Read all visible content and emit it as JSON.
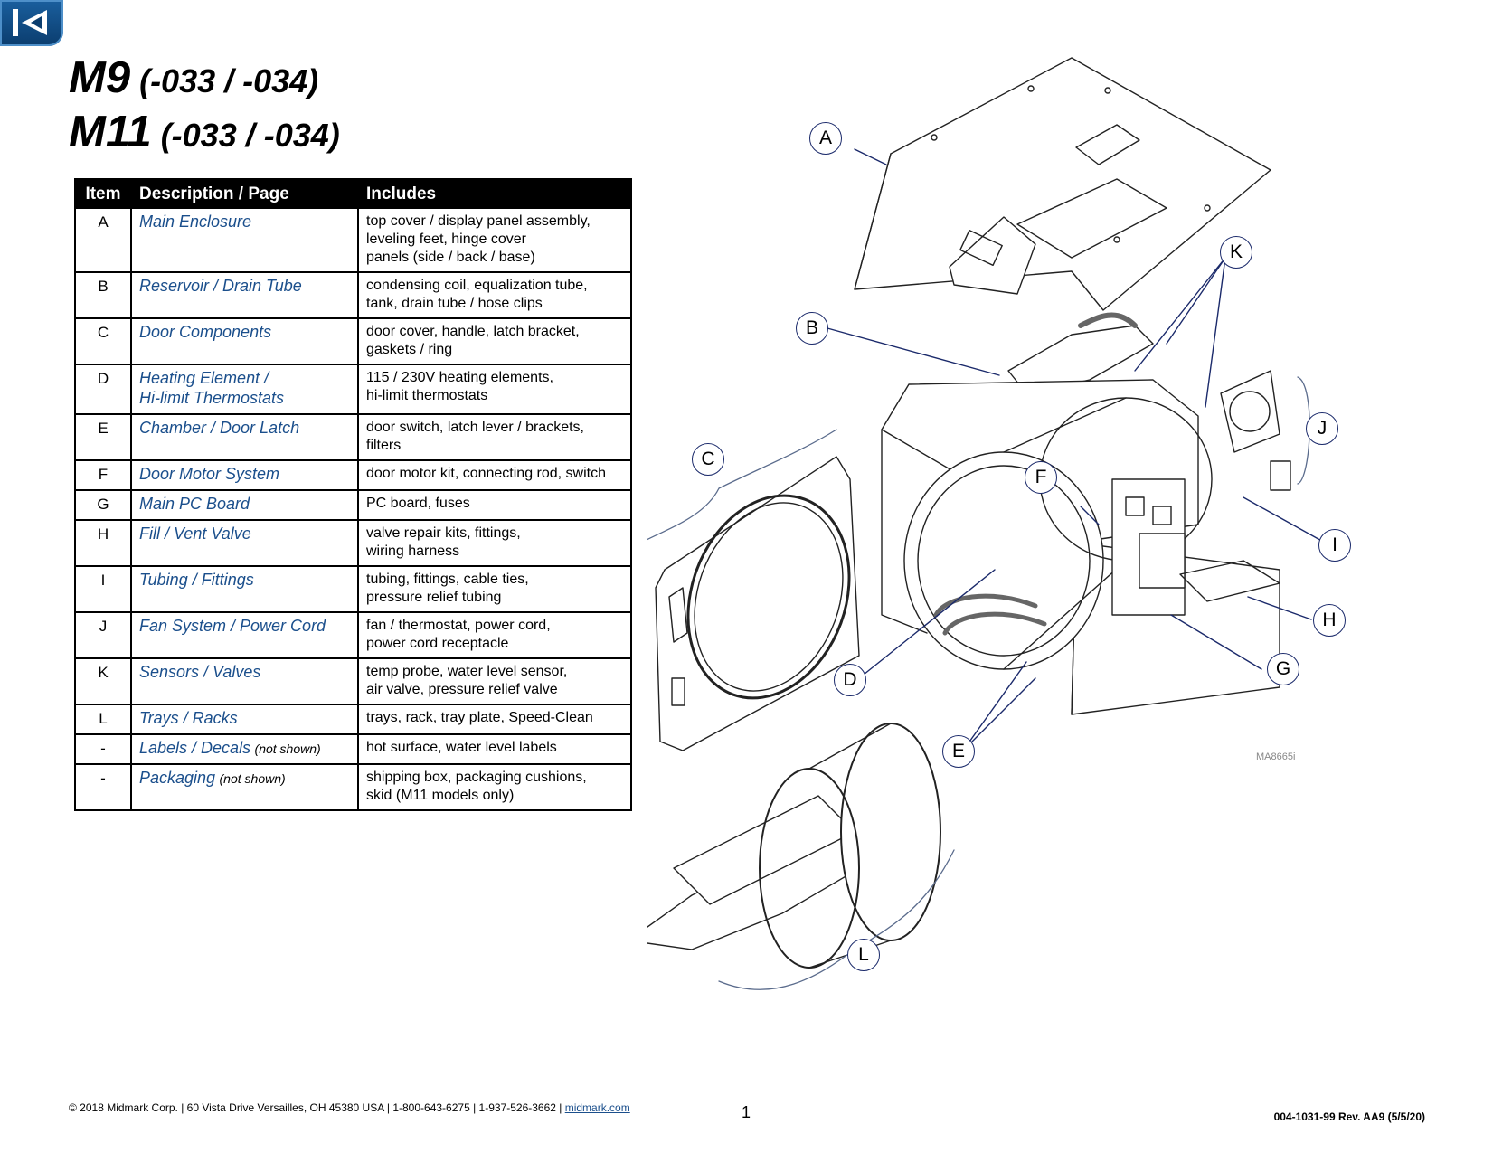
{
  "nav": {
    "back_icon": "back-arrow-icon",
    "accent": "#0b3d6e"
  },
  "titles": [
    {
      "model": "M9",
      "variant": "(-033 / -034)"
    },
    {
      "model": "M11",
      "variant": "(-033 / -034)"
    }
  ],
  "table": {
    "headers": {
      "item": "Item",
      "desc": "Description / Page",
      "includes": "Includes"
    },
    "rows": [
      {
        "item": "A",
        "desc": "Main Enclosure",
        "note": "",
        "includes": "top cover / display panel assembly,\nleveling feet, hinge cover\npanels (side / back / base)"
      },
      {
        "item": "B",
        "desc": "Reservoir / Drain Tube",
        "note": "",
        "includes": "condensing coil, equalization tube,\ntank, drain tube / hose clips"
      },
      {
        "item": "C",
        "desc": "Door Components",
        "note": "",
        "includes": "door cover, handle, latch bracket,\ngaskets / ring"
      },
      {
        "item": "D",
        "desc": "Heating Element /\nHi-limit Thermostats",
        "note": "",
        "includes": "115 / 230V heating elements,\nhi-limit thermostats"
      },
      {
        "item": "E",
        "desc": "Chamber / Door Latch",
        "note": "",
        "includes": "door switch, latch lever / brackets,\nfilters"
      },
      {
        "item": "F",
        "desc": "Door Motor System",
        "note": "",
        "includes": "door motor kit, connecting rod, switch"
      },
      {
        "item": "G",
        "desc": "Main PC Board",
        "note": "",
        "includes": "PC board, fuses"
      },
      {
        "item": "H",
        "desc": "Fill / Vent Valve",
        "note": "",
        "includes": "valve repair kits, fittings,\nwiring harness"
      },
      {
        "item": "I",
        "desc": "Tubing / Fittings",
        "note": "",
        "includes": "tubing, fittings, cable ties,\npressure relief tubing"
      },
      {
        "item": "J",
        "desc": "Fan System / Power Cord",
        "note": "",
        "includes": "fan / thermostat, power cord,\npower cord receptacle"
      },
      {
        "item": "K",
        "desc": "Sensors / Valves",
        "note": "",
        "includes": "temp probe, water level sensor,\nair valve, pressure relief valve"
      },
      {
        "item": "L",
        "desc": "Trays / Racks",
        "note": "",
        "includes": "trays, rack, tray plate, Speed-Clean"
      },
      {
        "item": "-",
        "desc": "Labels / Decals",
        "note": "(not shown)",
        "includes": "hot surface, water level labels"
      },
      {
        "item": "-",
        "desc": "Packaging",
        "note": "(not shown)",
        "includes": "shipping box, packaging cushions,\nskid (M11 models only)"
      }
    ]
  },
  "diagram": {
    "callouts": [
      "A",
      "B",
      "C",
      "D",
      "E",
      "F",
      "G",
      "H",
      "I",
      "J",
      "K",
      "L"
    ],
    "image_code": "MA8665i",
    "callout_color": "#1b2a6b"
  },
  "footer": {
    "copyright": "© 2018  Midmark Corp.  |  60 Vista Drive Versailles, OH 45380 USA  |  1-800-643-6275  |  1-937-526-3662  |  ",
    "link": "midmark.com",
    "page": "1",
    "doc_rev": "004-1031-99 Rev. AA9  (5/5/20)"
  }
}
